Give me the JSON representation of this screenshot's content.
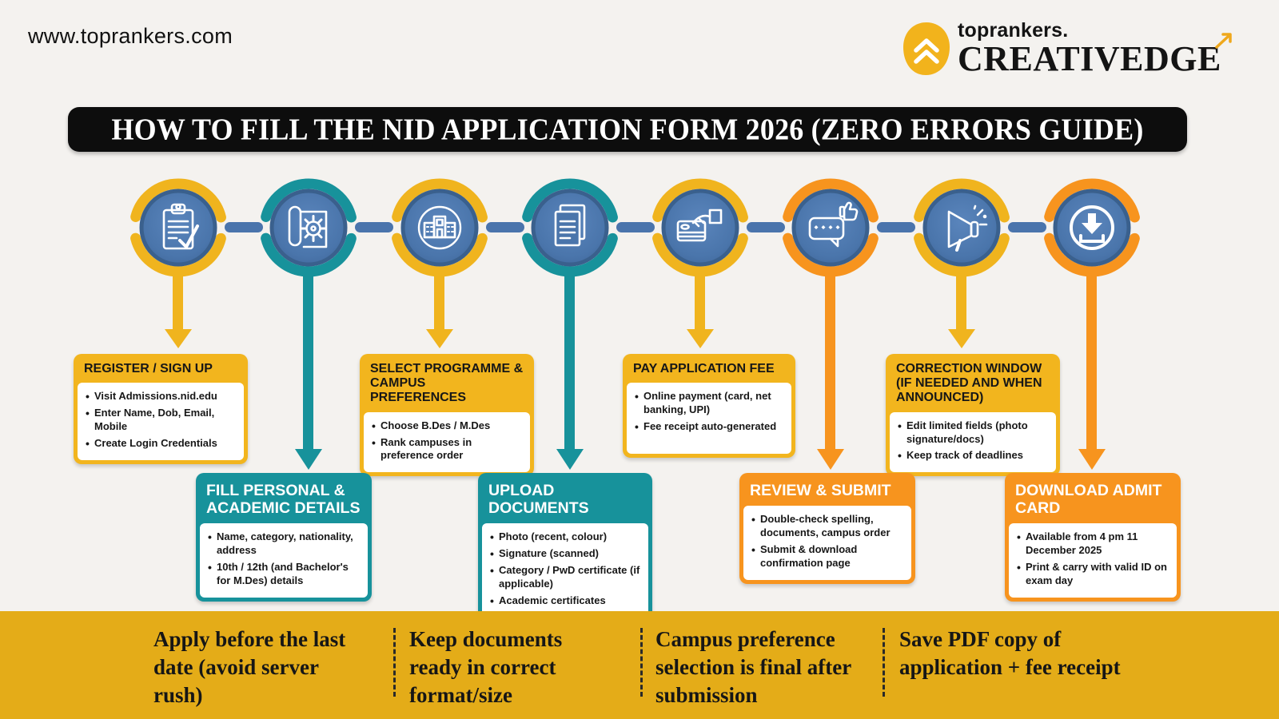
{
  "header": {
    "website_url": "www.toprankers.com",
    "brand_top": "toprankers.",
    "brand_main": "CREATIVEDGE"
  },
  "banner_title": "HOW TO FILL THE NID APPLICATION FORM 2026 (ZERO ERRORS GUIDE)",
  "colors": {
    "yellow": "#F2B51E",
    "teal": "#17929B",
    "orange": "#F7941E",
    "timeline_blue": "#4A74AC",
    "banner_bg": "#0D0D0D",
    "footer_bg": "#E4AC18",
    "background": "#F4F2EF"
  },
  "steps": [
    {
      "id": 1,
      "icon": "clipboard-check-icon",
      "color": "yellow",
      "position": "top",
      "title": "REGISTER / SIGN UP",
      "bullets": [
        "Visit Admissions.nid.edu",
        "Enter Name, Dob, Email, Mobile",
        "Create Login Credentials"
      ]
    },
    {
      "id": 2,
      "icon": "blueprint-gear-icon",
      "color": "teal",
      "position": "bottom",
      "title": "FILL PERSONAL & ACADEMIC DETAILS",
      "bullets": [
        "Name, category, nationality, address",
        "10th / 12th (and Bachelor's for M.Des) details"
      ]
    },
    {
      "id": 3,
      "icon": "campus-building-icon",
      "color": "yellow",
      "position": "top",
      "title": "SELECT PROGRAMME & CAMPUS PREFERENCES",
      "bullets": [
        "Choose B.Des / M.Des",
        "Rank campuses in preference order"
      ]
    },
    {
      "id": 4,
      "icon": "documents-icon",
      "color": "teal",
      "position": "bottom",
      "title": "UPLOAD DOCUMENTS",
      "bullets": [
        "Photo (recent, colour)",
        "Signature (scanned)",
        "Category / PwD certificate (if applicable)",
        "Academic certificates"
      ]
    },
    {
      "id": 5,
      "icon": "payment-hand-icon",
      "color": "yellow",
      "position": "top",
      "title": "PAY APPLICATION FEE",
      "bullets": [
        "Online payment (card, net banking, UPI)",
        "Fee receipt auto-generated"
      ]
    },
    {
      "id": 6,
      "icon": "review-rating-icon",
      "color": "orange",
      "position": "bottom",
      "title": "REVIEW & SUBMIT",
      "bullets": [
        "Double-check spelling, documents, campus order",
        "Submit & download confirmation page"
      ]
    },
    {
      "id": 7,
      "icon": "megaphone-icon",
      "color": "yellow",
      "position": "top",
      "title": "CORRECTION WINDOW (IF NEEDED AND WHEN ANNOUNCED)",
      "bullets": [
        "Edit limited fields (photo signature/docs)",
        "Keep track of deadlines"
      ]
    },
    {
      "id": 8,
      "icon": "download-icon",
      "color": "orange",
      "position": "bottom",
      "title": "DOWNLOAD ADMIT CARD",
      "bullets": [
        "Available from 4 pm 11 December 2025",
        "Print & carry with valid ID on exam day"
      ]
    }
  ],
  "footer_tips": [
    "Apply before the last date (avoid server rush)",
    "Keep documents ready in correct format/size",
    "Campus preference selection is final after submission",
    "Save PDF copy of application + fee receipt"
  ]
}
